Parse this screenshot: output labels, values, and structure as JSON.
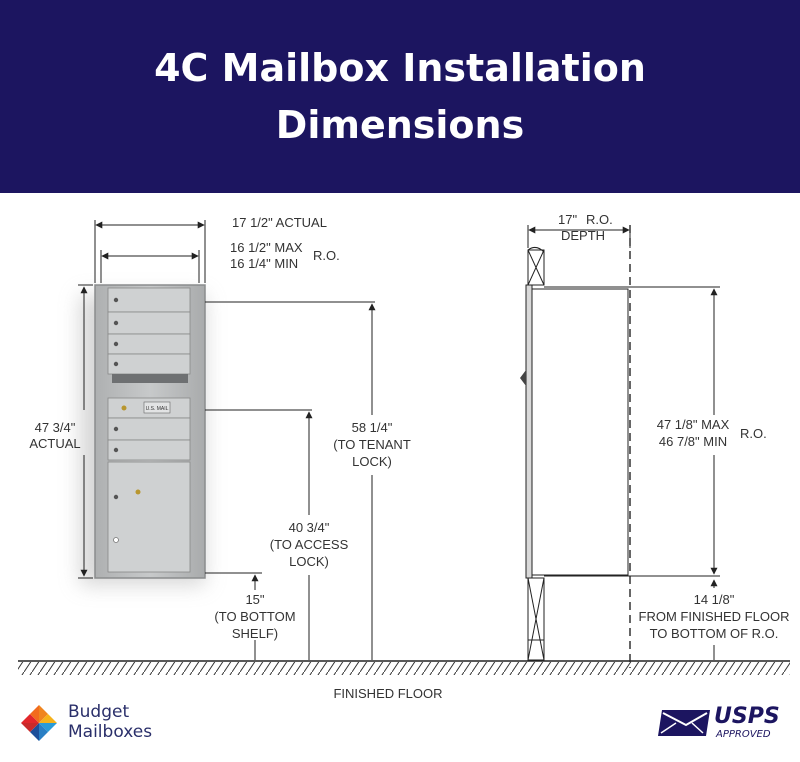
{
  "header": {
    "title_line1": "4C Mailbox Installation",
    "title_line2": "Dimensions",
    "bg_color": "#1c1560"
  },
  "front_view": {
    "width_actual": "17 1/2\" ACTUAL",
    "ro_max": "16 1/2\" MAX",
    "ro_min": "16 1/4\" MIN",
    "ro_label": "R.O.",
    "height_value": "47 3/4\"",
    "height_label": "ACTUAL",
    "tenant_lock_value": "58 1/4\"",
    "tenant_lock_l1": "(TO TENANT",
    "tenant_lock_l2": "LOCK)",
    "access_lock_value": "40 3/4\"",
    "access_lock_l1": "(TO ACCESS",
    "access_lock_l2": "LOCK)",
    "bottom_shelf_value": "15\"",
    "bottom_shelf_l1": "(TO BOTTOM",
    "bottom_shelf_l2": "SHELF)",
    "usmail_label": "U.S. MAIL"
  },
  "side_view": {
    "depth_value": "17\"",
    "depth_ro": "R.O.",
    "depth_label": "DEPTH",
    "ro_height_max": "47 1/8\" MAX",
    "ro_height_min": "46 7/8\" MIN",
    "ro_label": "R.O.",
    "floor_value": "14 1/8\"",
    "floor_l1": "FROM FINISHED FLOOR",
    "floor_l2": "TO BOTTOM OF R.O."
  },
  "floor_label": "FINISHED FLOOR",
  "logos": {
    "left_line1": "Budget",
    "left_line2": "Mailboxes",
    "right_text": "USPS",
    "right_sub": "APPROVED"
  }
}
